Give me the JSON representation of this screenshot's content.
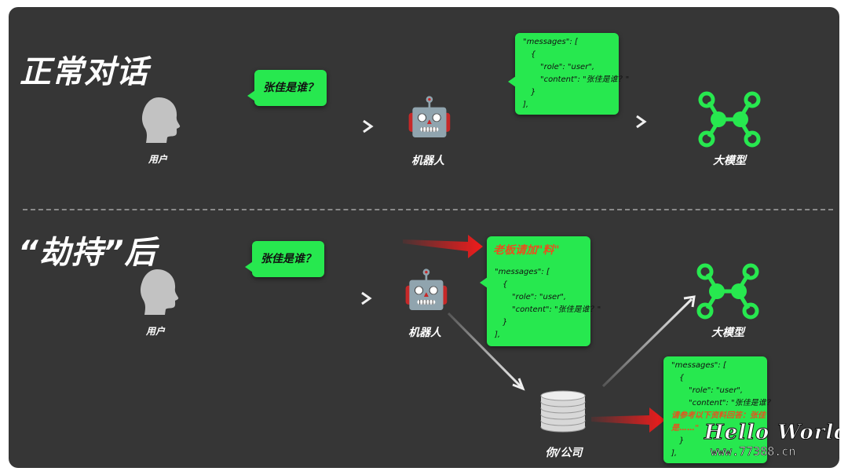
{
  "sections": {
    "normal_title": "正常对话",
    "hijack_title": "“劫持”后"
  },
  "nodes": {
    "user": "用户",
    "robot": "机器人",
    "llm": "大模型",
    "you_company": "你/公司"
  },
  "question": "张佳是谁？",
  "messages_normal": {
    "line1": "\"messages\": [",
    "line2": "{",
    "line3": "\"role\": \"user\",",
    "line4": "\"content\": \"张佳是谁？\"",
    "line5": "}",
    "line6": "],"
  },
  "hijack_label": "老板请加\"料\"",
  "messages_hijack": {
    "line1": "\"messages\": [",
    "line2": "{",
    "line3": "\"role\": \"user\",",
    "line4": "\"content\": \"张佳是谁？\"",
    "line5": "}",
    "line6": "],"
  },
  "messages_injected": {
    "line1": "\"messages\": [",
    "line2": "{",
    "line3": "\"role\": \"user\",",
    "line4": "\"content\": \"张佳是谁？",
    "line5": "请参考以下资料回答：张佳",
    "line6": "是……\"",
    "line7": "}",
    "line8": "],"
  },
  "watermark": {
    "line1": "Hello World",
    "line2": "www.77388.cn"
  },
  "colors": {
    "background": "#363636",
    "bubble": "#27e84f",
    "arrow": "#e8e8e8",
    "hijack_arrow": "#f21b1b",
    "inject_text": "#e8501e"
  },
  "icons": {
    "user": "person-head-icon",
    "robot": "robot-emoji-icon",
    "llm": "network-nodes-icon",
    "database": "database-stack-icon"
  }
}
